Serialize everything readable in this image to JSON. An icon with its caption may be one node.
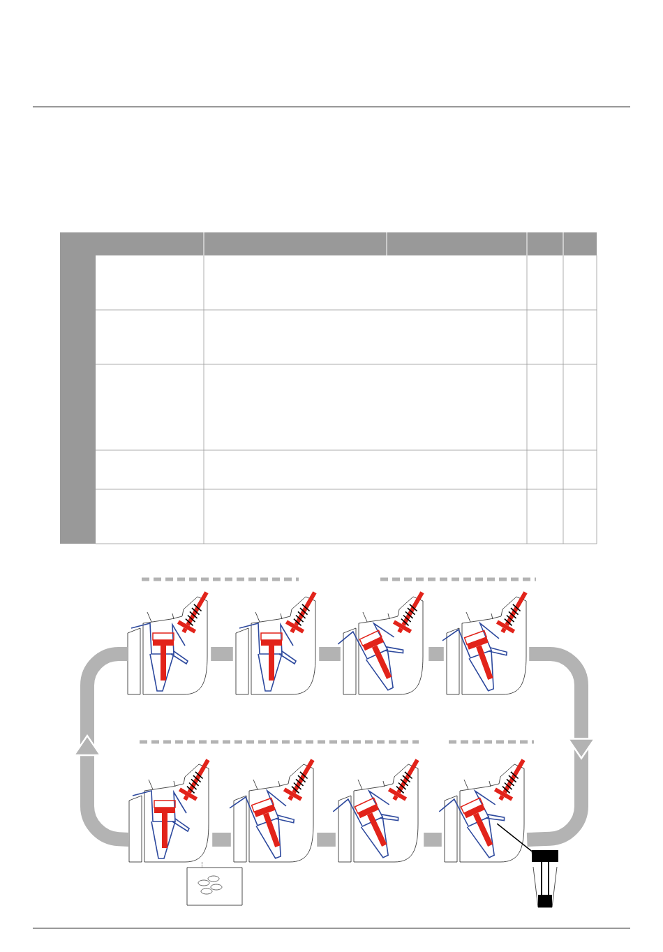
{
  "diagram": {
    "nodes": [
      {
        "text": [],
        "shape": "picture"
      },
      {
        "text": [],
        "shape": "picture"
      },
      {
        "text": [],
        "shape": "picture"
      },
      {
        "text": [],
        "shape": "picture"
      },
      {
        "text": [],
        "shape": "picture"
      },
      {
        "text": [],
        "shape": "picture"
      },
      {
        "text": [],
        "shape": "picture"
      },
      {
        "text": [],
        "shape": "picture"
      },
      {
        "text": [],
        "shape": "picture"
      },
      {
        "text": [],
        "shape": "picture"
      }
    ],
    "edges": [
      {
        "from": 0,
        "to": 1,
        "arrow": "none"
      },
      {
        "from": 1,
        "to": 2,
        "arrow": "none"
      },
      {
        "from": 2,
        "to": 3,
        "arrow": "none"
      },
      {
        "from": 3,
        "to": 7,
        "arrow": "to"
      },
      {
        "from": 7,
        "to": 6,
        "arrow": "none"
      },
      {
        "from": 6,
        "to": 5,
        "arrow": "none"
      },
      {
        "from": 5,
        "to": 4,
        "arrow": "none"
      },
      {
        "from": 4,
        "to": 0,
        "arrow": "to"
      },
      {
        "from": 4,
        "to": 8,
        "arrow": "none",
        "style": "dashed",
        "color": "#000000"
      },
      {
        "from": 7,
        "to": 9,
        "arrow": "none",
        "color": "#000000"
      }
    ]
  }
}
